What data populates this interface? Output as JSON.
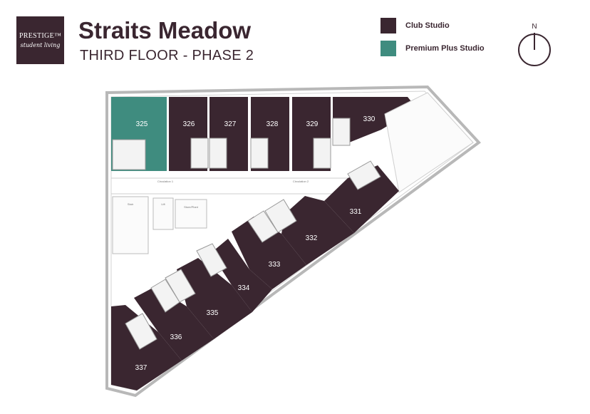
{
  "logo": {
    "brand": "PRESTIGE™",
    "tagline": "student living"
  },
  "header": {
    "title": "Straits Meadow",
    "subtitle": "THIRD FLOOR - PHASE 2"
  },
  "legend": [
    {
      "label": "Club Studio",
      "color": "#3a2630"
    },
    {
      "label": "Premium Plus Studio",
      "color": "#3f8c7f"
    }
  ],
  "compass": {
    "north_label": "N"
  },
  "colors": {
    "club": "#3a2630",
    "premium": "#3f8c7f",
    "wall": "#b8b8b8",
    "bath": "#f3f3f3"
  },
  "units": [
    "325",
    "326",
    "327",
    "328",
    "329",
    "330",
    "331",
    "332",
    "333",
    "334",
    "335",
    "336",
    "337"
  ],
  "annotations": {
    "circulation_1": "Circulation 1",
    "circulation_2": "Circulation 2",
    "stair": "Stair",
    "lift": "Lift",
    "store": "Store/Plant"
  }
}
